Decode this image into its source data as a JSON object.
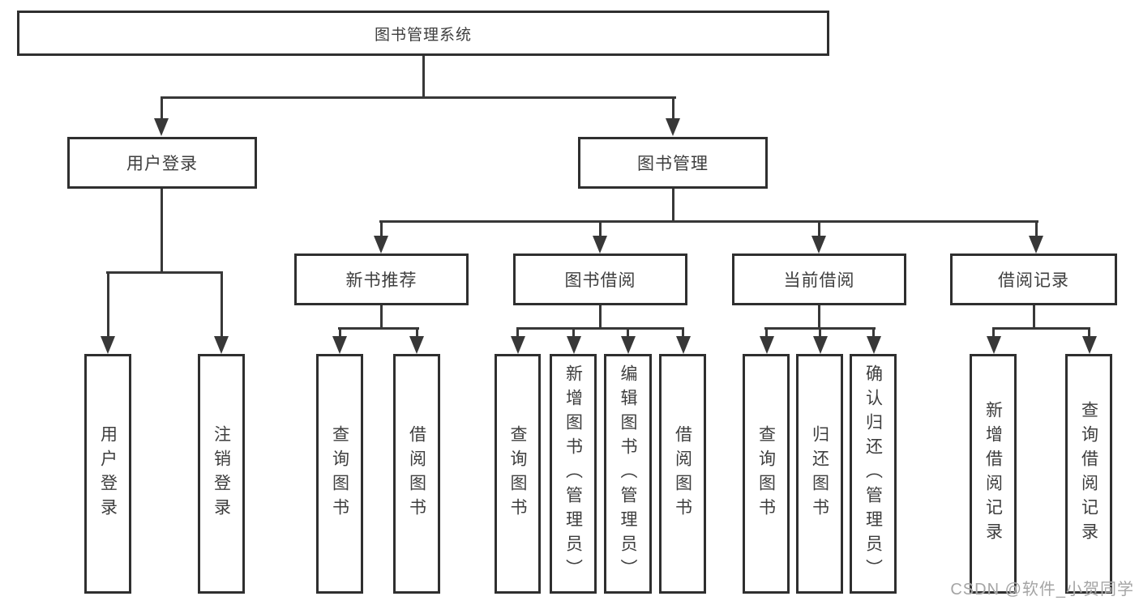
{
  "tree": {
    "label": "图书管理系统",
    "children": [
      {
        "label": "用户登录",
        "children": [
          {
            "label": "用户登录"
          },
          {
            "label": "注销登录"
          }
        ]
      },
      {
        "label": "图书管理",
        "children": [
          {
            "label": "新书推荐",
            "children": [
              {
                "label": "查询图书"
              },
              {
                "label": "借阅图书"
              }
            ]
          },
          {
            "label": "图书借阅",
            "children": [
              {
                "label": "查询图书"
              },
              {
                "label": "新增图书（管理员）"
              },
              {
                "label": "编辑图书（管理员）"
              },
              {
                "label": "借阅图书"
              }
            ]
          },
          {
            "label": "当前借阅",
            "children": [
              {
                "label": "查询图书"
              },
              {
                "label": "归还图书"
              },
              {
                "label": "确认归还（管理员）"
              }
            ]
          },
          {
            "label": "借阅记录",
            "children": [
              {
                "label": "新增借阅记录"
              },
              {
                "label": "查询借阅记录"
              }
            ]
          }
        ]
      }
    ]
  },
  "watermark": {
    "text": "CSDN @软件_小贺同学"
  },
  "colors": {
    "line": "#383838",
    "box_border": "#2f2f2f",
    "text": "#3e3e3e",
    "background": "#ffffff",
    "watermark": "#a5a5a5"
  }
}
